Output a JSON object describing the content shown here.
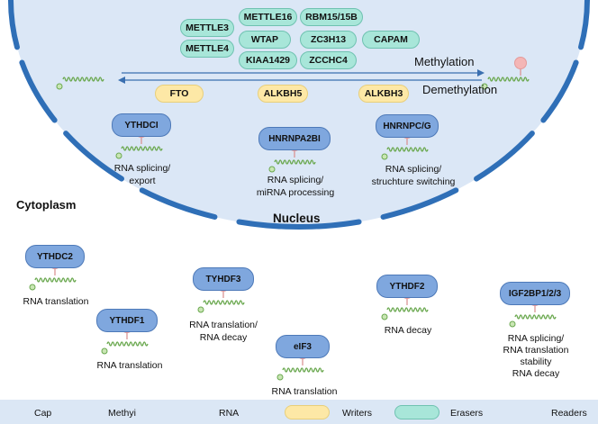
{
  "colors": {
    "nucleus_fill": "#dbe7f6",
    "membrane": "#2f6fb7",
    "rna": "#6aa84f",
    "cap": "#c9e6b4",
    "methyl": "#f4b6b6",
    "reader": "#7fa7de",
    "writer": "#fde8a6",
    "eraser": "#a8e6d9"
  },
  "writers": [
    "METTLE3",
    "METTLE16",
    "RBM15/15B",
    "METTLE4",
    "WTAP",
    "ZC3H13",
    "CAPAM",
    "KIAA1429",
    "ZCCHC4"
  ],
  "erasers": [
    "FTO",
    "ALKBH5",
    "ALKBH3"
  ],
  "arrows": {
    "methylation": "Methylation",
    "demethylation": "Demethylation"
  },
  "compartments": {
    "nucleus": "Nucleus",
    "cytoplasm": "Cytoplasm"
  },
  "nuclear_readers": [
    {
      "name": "YTHDCI",
      "function": [
        "RNA splicing/",
        "export"
      ]
    },
    {
      "name": "HNRNPA2BI",
      "function": [
        "RNA splicing/",
        "miRNA processing"
      ]
    },
    {
      "name": "HNRNPC/G",
      "function": [
        "RNA splicing/",
        "struchture switching"
      ]
    }
  ],
  "cytoplasmic_readers": [
    {
      "name": "YTHDC2",
      "function": [
        "RNA translation"
      ]
    },
    {
      "name": "YTHDF1",
      "function": [
        "RNA translation"
      ]
    },
    {
      "name": "TYHDF3",
      "function": [
        "RNA translation/",
        "RNA decay"
      ]
    },
    {
      "name": "eIF3",
      "function": [
        "RNA translation"
      ]
    },
    {
      "name": "YTHDF2",
      "function": [
        "RNA decay"
      ]
    },
    {
      "name": "IGF2BP1/2/3",
      "function": [
        "RNA splicing/",
        "RNA translation",
        "stability",
        "RNA decay"
      ]
    }
  ],
  "legend": {
    "cap": "Cap",
    "methyl": "Methyi",
    "rna": "RNA",
    "writers": "Writers",
    "erasers": "Erasers",
    "readers": "Readers"
  }
}
